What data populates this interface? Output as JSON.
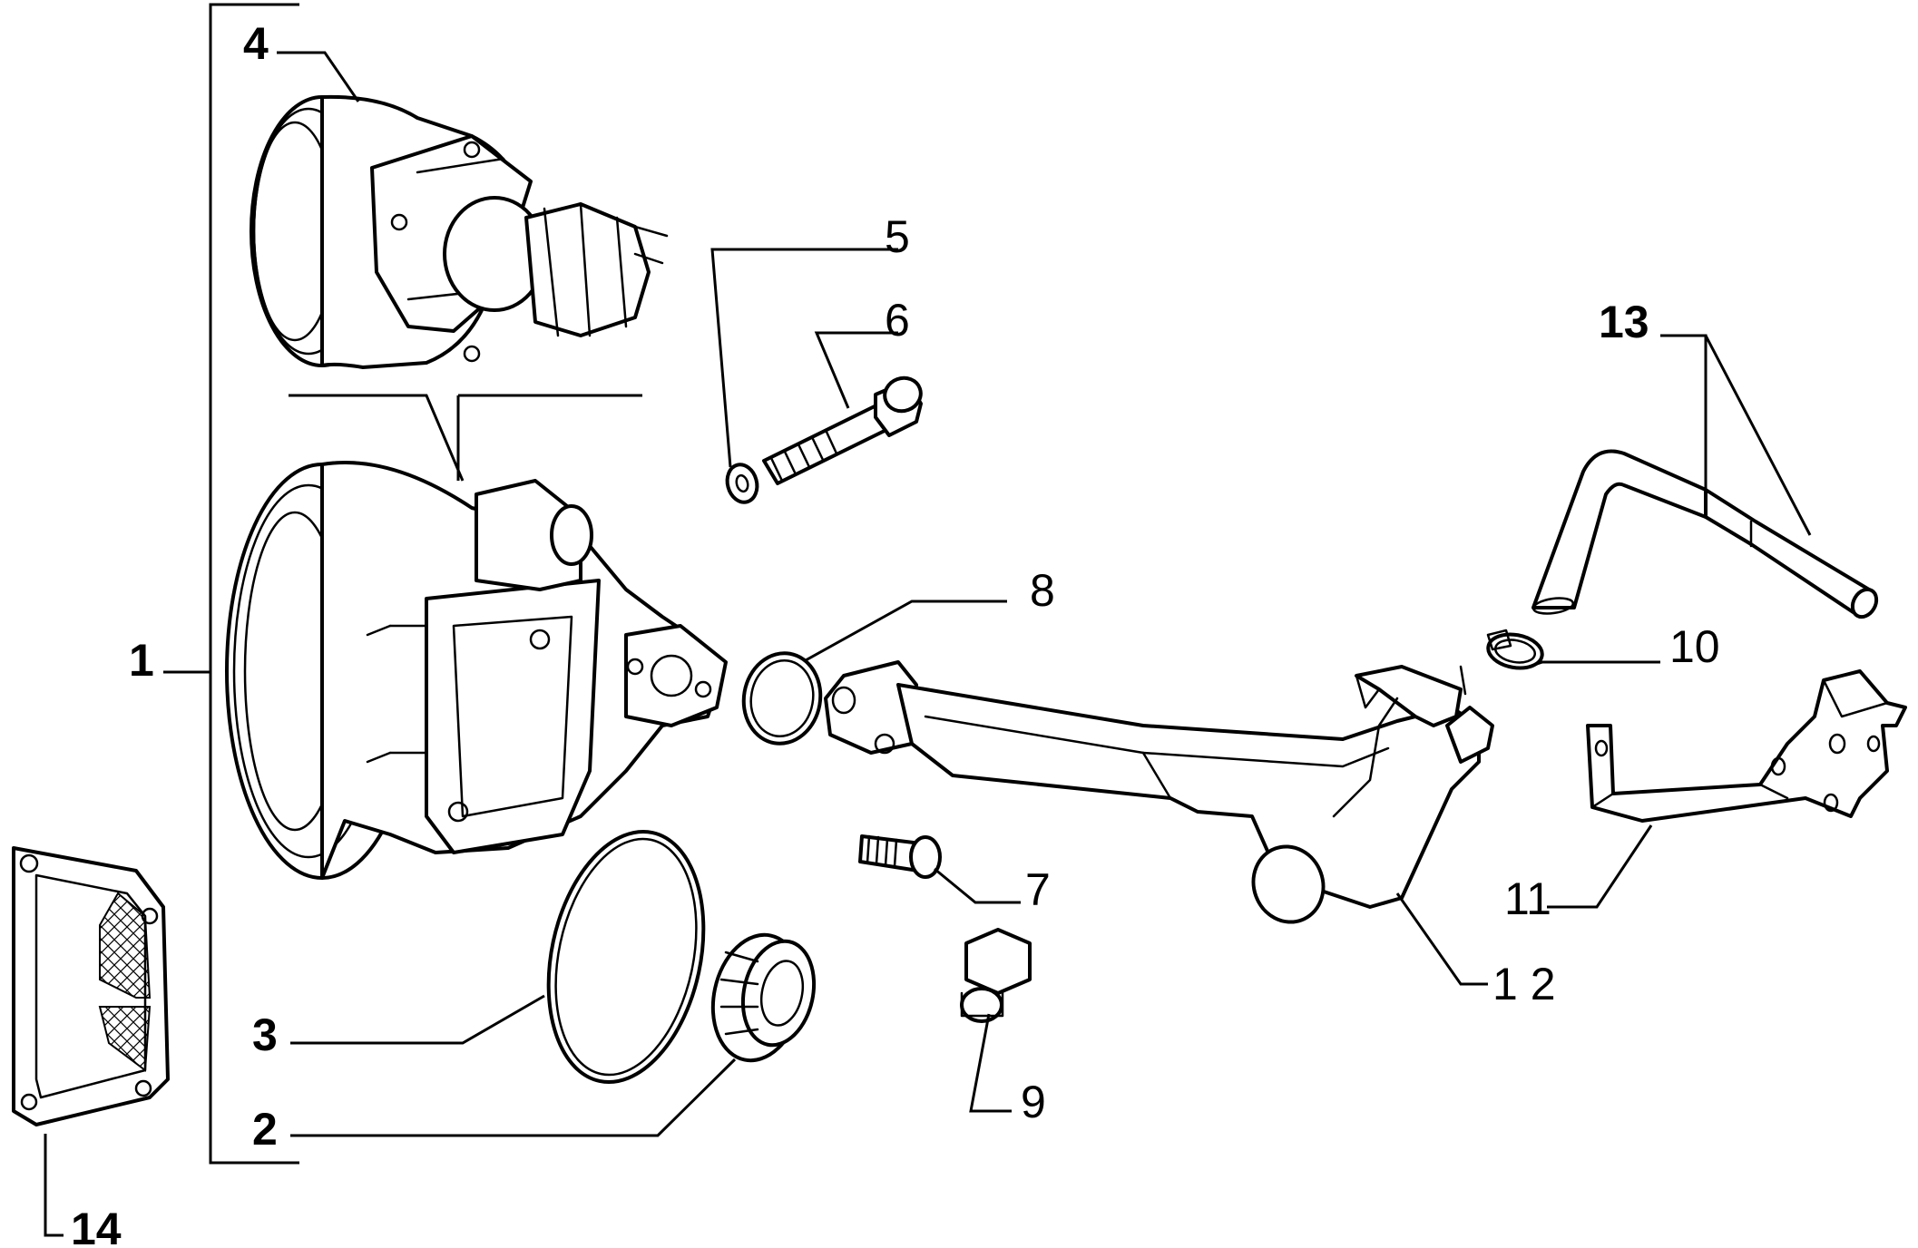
{
  "diagram": {
    "callouts": [
      {
        "id": "c1",
        "text": "1"
      },
      {
        "id": "c2",
        "text": "2"
      },
      {
        "id": "c3",
        "text": "3"
      },
      {
        "id": "c4",
        "text": "4"
      },
      {
        "id": "c5",
        "text": "5"
      },
      {
        "id": "c6",
        "text": "6"
      },
      {
        "id": "c7",
        "text": "7"
      },
      {
        "id": "c8",
        "text": "8"
      },
      {
        "id": "c9",
        "text": "9"
      },
      {
        "id": "c10",
        "text": "10"
      },
      {
        "id": "c11",
        "text": "11"
      },
      {
        "id": "c12",
        "text": "1 2"
      },
      {
        "id": "c13",
        "text": "13"
      },
      {
        "id": "c14",
        "text": "14"
      }
    ]
  }
}
